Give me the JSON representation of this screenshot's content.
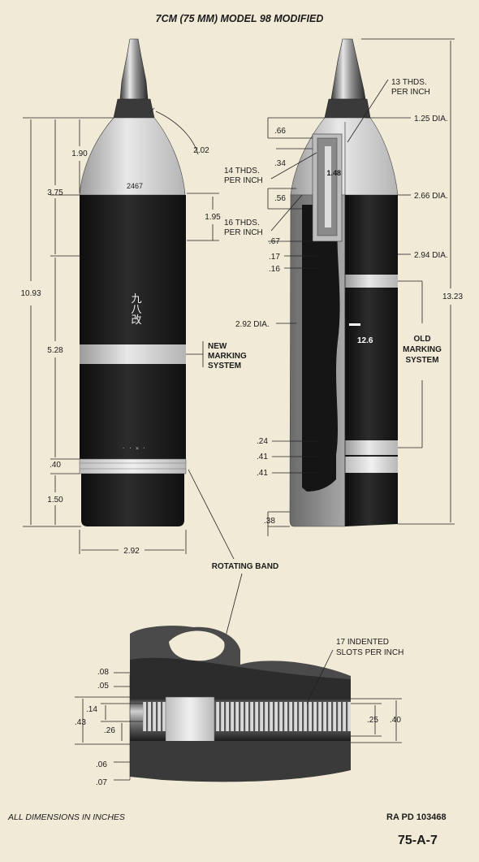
{
  "title": "7CM (75 MM) MODEL 98 MODIFIED",
  "footer": {
    "left_note": "ALL DIMENSIONS IN INCHES",
    "ref_number": "RA PD 103468",
    "figure_id": "75-A-7"
  },
  "labels": {
    "new_marking_1": "NEW",
    "new_marking_2": "MARKING",
    "new_marking_3": "SYSTEM",
    "old_marking_1": "OLD",
    "old_marking_2": "MARKING",
    "old_marking_3": "SYSTEM",
    "rotating_band": "ROTATING BAND",
    "thds13_1": "13 THDS.",
    "thds13_2": "PER INCH",
    "thds14_1": "14 THDS.",
    "thds14_2": "PER INCH",
    "thds16_1": "16 THDS.",
    "thds16_2": "PER INCH",
    "slots_1": "17 INDENTED",
    "slots_2": "SLOTS PER INCH"
  },
  "shell_markings": {
    "lot_number": "2467",
    "body_text": "九八改",
    "cut_marking": "12.6"
  },
  "left_view_dims": {
    "ogive": "1.90",
    "ogive_arc": "2.02",
    "to_bourrelet": "3.75",
    "bourrelet_len": "1.95",
    "overall": "10.93",
    "body": "5.28",
    "band_pos": ".40",
    "base": "1.50",
    "diameter": "2.92"
  },
  "right_view_dims": {
    "d066": ".66",
    "d034": ".34",
    "d148": "1.48",
    "d056": ".56",
    "d067": ".67",
    "d017": ".17",
    "d016": ".16",
    "inner_dia": "2.92 DIA.",
    "d024": ".24",
    "d041a": ".41",
    "d041b": ".41",
    "d038": ".38",
    "dia125": "1.25 DIA.",
    "dia266": "2.66 DIA.",
    "dia294": "2.94 DIA.",
    "overall": "13.23"
  },
  "band_dims": {
    "d08": ".08",
    "d05": ".05",
    "d14": ".14",
    "d43": ".43",
    "d26": ".26",
    "d06": ".06",
    "d07": ".07",
    "d25": ".25",
    "d40": ".40"
  }
}
